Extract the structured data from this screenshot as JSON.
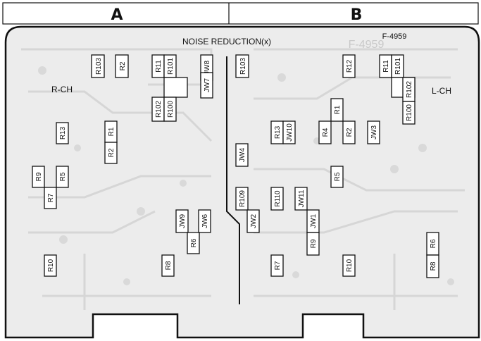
{
  "column_labels": [
    "A",
    "B"
  ],
  "title": "NOISE REDUCTION(x)",
  "board_code": "F-4959",
  "watermark": "F-4959",
  "channels": {
    "left": "R-CH",
    "right": "L-CH"
  },
  "components": [
    "R103",
    "R2",
    "R11",
    "R101",
    "JW8",
    "JW7",
    "R102",
    "R100",
    "R13",
    "R1",
    "R2",
    "R9",
    "R5",
    "R7",
    "JW9",
    "JW6",
    "R6",
    "R10",
    "R8",
    "R103",
    "R12",
    "R11",
    "R101",
    "R102",
    "R100",
    "R1",
    "R4",
    "R2",
    "R13",
    "JW10",
    "JW3",
    "JW4",
    "R5",
    "R109",
    "R110",
    "JW11",
    "JW2",
    "JW1",
    "R9",
    "R6",
    "R7",
    "R10",
    "R8"
  ]
}
